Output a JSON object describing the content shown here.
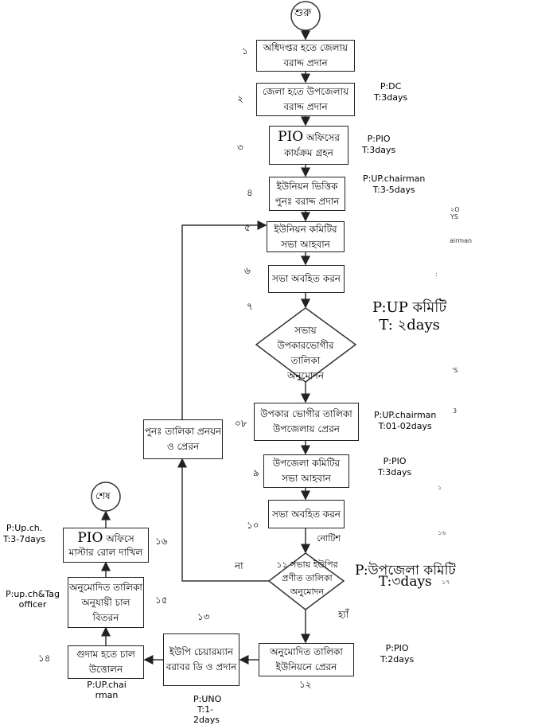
{
  "start": "শুরু",
  "end": "শেষ",
  "steps": [
    {
      "num": "১",
      "text": "অধিদপ্তর হতে জেলায় বরাদ্দ প্রদান"
    },
    {
      "num": "২",
      "text": "জেলা হতে  উপজেলায় বরাদ্দ প্রদান",
      "p": "P:DC",
      "t": "T:3days"
    },
    {
      "num": "৩",
      "text_pio": "PIO",
      "text": "অফিসের কার্যক্রম গ্রহন",
      "p": "P:PIO",
      "t": "T:3days"
    },
    {
      "num": "৪",
      "text": "ইউনিয়ন ভিত্তিক পুনঃ বরাদ্দ প্রদান",
      "p": "P:UP.chairman",
      "t": "T:3-5days"
    },
    {
      "num": "৫",
      "text": "ইউনিয়ন কমিটির সভা আহবান"
    },
    {
      "num": "৬",
      "text": "সভা অবহিত করন"
    },
    {
      "num": "৭",
      "text": "সভায় উপকারভোগীর তালিকা অনুমোদন",
      "p": "P:UP কমিটি",
      "t": "T: ২days"
    },
    {
      "num": "০৮",
      "text": "উপকার ভোগীর তালিকা উপজেলায় প্রেরন",
      "p": "P:UP.chairman",
      "t": "T:01-02days"
    },
    {
      "num": "৯",
      "text": "উপজেলা কমিটির সভা আহবান",
      "p": "P:PIO",
      "t": "T:3days"
    },
    {
      "num": "১০",
      "text": "সভা অবহিত করন"
    },
    {
      "num": "১১",
      "text": "সভায় ইউপির প্রণীত  তালিকা অনুমোদন",
      "p": "P:উপজেলা কমিটি",
      "t": "T:৩days"
    },
    {
      "num": "১২",
      "text": "অনুমোদিত  তালিকা ইউনিয়নে  প্রেরন",
      "p": "P:PIO",
      "t": "T:2days"
    },
    {
      "num": "১৩",
      "text": "ইউপি চেয়ারম্যান বরাবর ডি ও প্রদান",
      "p": "P:UNO",
      "t": "T:1- 2days"
    },
    {
      "num": "১৪",
      "text": "গুদাম হতে চাল উত্তোলন",
      "p": "P:UP.chai rman"
    },
    {
      "num": "১৫",
      "text": "অনুমোদিত তালিকা অনুযায়ী চাল বিতরন",
      "p": "P:up.ch&Tag officer"
    },
    {
      "num": "১৬",
      "text_pio": "PIO",
      "text": "অফিসে মাস্টার রোল দাখিল",
      "p": "P:Up.ch.",
      "t": "T:3-7days"
    }
  ],
  "feedback": "পুনঃ তালিকা প্রনয়ন ও প্রেরন",
  "notice": "নোটিশ",
  "no": "না",
  "yes": "হ্যাঁ",
  "fragments": [
    "২O",
    "YS",
    "airman",
    ":",
    "'S",
    "3",
    "১",
    "১৬",
    "১৭"
  ]
}
